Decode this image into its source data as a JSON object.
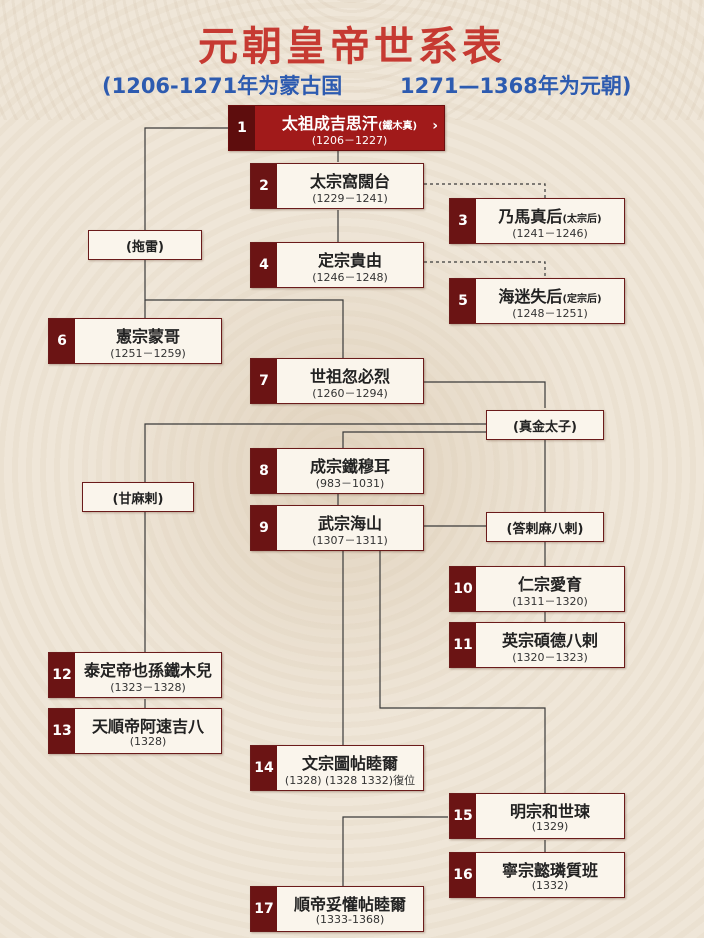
{
  "title": "元朝皇帝世系表",
  "subtitle_left": "(1206-1271年为蒙古国",
  "subtitle_right": "1271—1368年为元朝)",
  "emperors": [
    {
      "num": "1",
      "name": "太祖成吉思汗",
      "note": "(鐵木真)",
      "years": "(1206－1227)"
    },
    {
      "num": "2",
      "name": "太宗窩闊台",
      "note": "",
      "years": "(1229－1241)"
    },
    {
      "num": "3",
      "name": "乃馬真后",
      "note": "(太宗后)",
      "years": "(1241－1246)"
    },
    {
      "num": "4",
      "name": "定宗貴由",
      "note": "",
      "years": "(1246－1248)"
    },
    {
      "num": "5",
      "name": "海迷失后",
      "note": "(定宗后)",
      "years": "(1248－1251)"
    },
    {
      "num": "6",
      "name": "憲宗蒙哥",
      "note": "",
      "years": "(1251－1259)"
    },
    {
      "num": "7",
      "name": "世祖忽必烈",
      "note": "",
      "years": "(1260－1294)"
    },
    {
      "num": "8",
      "name": "成宗鐵穆耳",
      "note": "",
      "years": "(983－1031)"
    },
    {
      "num": "9",
      "name": "武宗海山",
      "note": "",
      "years": "(1307－1311)"
    },
    {
      "num": "10",
      "name": "仁宗愛育",
      "note": "",
      "years": "(1311－1320)"
    },
    {
      "num": "11",
      "name": "英宗碩德八剌",
      "note": "",
      "years": "(1320－1323)"
    },
    {
      "num": "12",
      "name": "泰定帝也孫鐵木兒",
      "note": "",
      "years": "(1323－1328)"
    },
    {
      "num": "13",
      "name": "天順帝阿速吉八",
      "note": "",
      "years": "(1328)"
    },
    {
      "num": "14",
      "name": "文宗圖帖睦爾",
      "note": "",
      "years": "(1328)  (1328 1332)復位"
    },
    {
      "num": "15",
      "name": "明宗和世㻋",
      "note": "",
      "years": "(1329)"
    },
    {
      "num": "16",
      "name": "寧宗懿璘質班",
      "note": "",
      "years": "(1332)"
    },
    {
      "num": "17",
      "name": "順帝妥懽帖睦爾",
      "note": "",
      "years": "(1333-1368)"
    }
  ],
  "labels": {
    "tolui": "(拖雷)",
    "zhenjin": "(真金太子)",
    "gammala": "(甘麻剌)",
    "darmabala": "(答剌麻八剌)"
  },
  "icons": {
    "chevron": "chevron-right-icon"
  },
  "colors": {
    "title": "#c63a32",
    "subtitle": "#2d5bb0",
    "number_tab": "#6b1414",
    "highlight": "#a11a1a"
  }
}
